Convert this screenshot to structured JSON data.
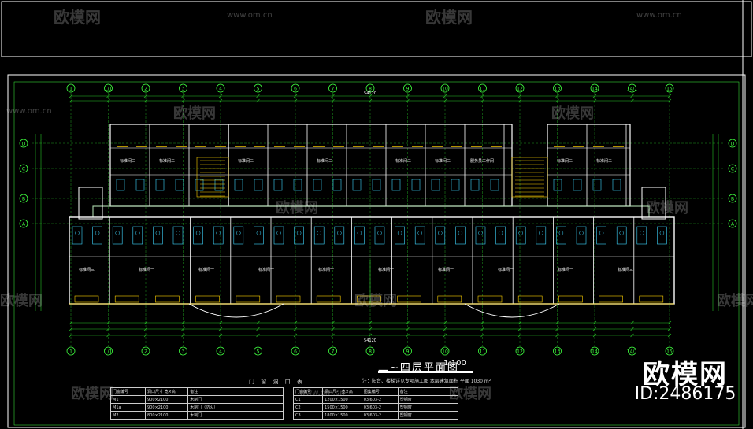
{
  "drawing": {
    "title": "二~四层平面图",
    "scale": "1:100",
    "note": "注：阳台、楼梯详见专项施工图          本层建筑面积   平面 1030 m²",
    "overall_dimension": "54120",
    "axis_labels": [
      "1",
      "1/1",
      "2",
      "3",
      "4",
      "5",
      "6",
      "7",
      "8",
      "9",
      "10",
      "11",
      "12",
      "13",
      "14",
      "14/1",
      "15"
    ],
    "row_labels": [
      "D",
      "C",
      "B",
      "A"
    ],
    "room_labels_top": [
      "标准间二",
      "标准间二",
      "标准间二",
      "标准间二",
      "标准间二",
      "标准间二",
      "服务员工作间",
      "标准间二",
      "标准间二"
    ],
    "room_labels_bottom": [
      "标准间三",
      "标准间一",
      "标准间一",
      "标准间一",
      "标准间一",
      "标准间一",
      "标准间一",
      "标准间一",
      "标准间一",
      "标准间三"
    ],
    "colors": {
      "background": "#000000",
      "axis": "#3fff3f",
      "wall": "#ffffff",
      "fixture": "#3fd7ff",
      "door": "#ffd200",
      "dim": "#26c426"
    }
  },
  "door_window_table": {
    "title": "门 窗 洞 口 表",
    "left_headers": [
      "门窗编号",
      "洞口尺寸 宽×高",
      "备注"
    ],
    "left_rows": [
      [
        "M1",
        "900×2100",
        "木制门"
      ],
      [
        "M1a",
        "900×2100",
        "木制门（防火）"
      ],
      [
        "M2",
        "800×2100",
        "木制门"
      ]
    ],
    "right_headers": [
      "门窗编号",
      "洞口尺寸 宽×高",
      "图集编号",
      "备注"
    ],
    "right_rows": [
      [
        "C1",
        "1200×1500",
        "03J603-2",
        "塑钢窗"
      ],
      [
        "C2",
        "1500×1500",
        "03J603-2",
        "塑钢窗"
      ],
      [
        "C3",
        "1800×1500",
        "03J603-2",
        "塑钢窗"
      ]
    ]
  },
  "watermark": {
    "brand": "欧模网",
    "site": "www.om.cn",
    "id_text": "ID:2486175"
  }
}
